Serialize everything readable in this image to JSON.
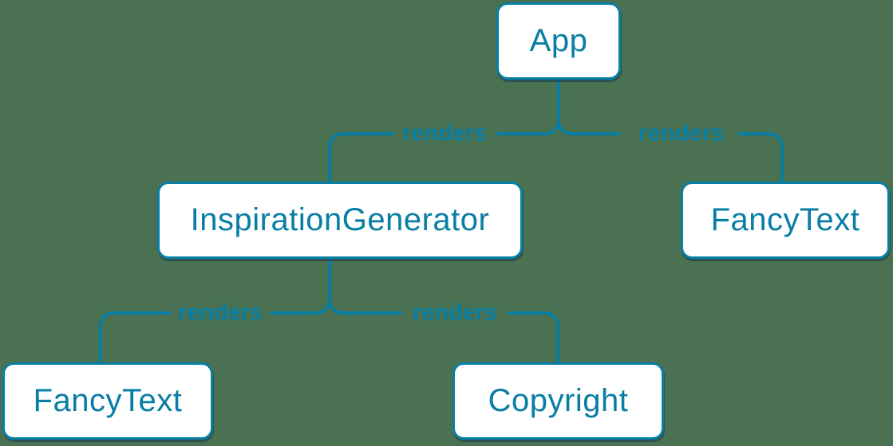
{
  "diagram": {
    "type": "tree",
    "nodes": [
      {
        "id": "app",
        "label": "App"
      },
      {
        "id": "inspiration-generator",
        "label": "InspirationGenerator"
      },
      {
        "id": "fancy-text-top",
        "label": "FancyText"
      },
      {
        "id": "fancy-text-bottom",
        "label": "FancyText"
      },
      {
        "id": "copyright",
        "label": "Copyright"
      }
    ],
    "edges": [
      {
        "from": "App",
        "to": "InspirationGenerator",
        "label": "renders"
      },
      {
        "from": "App",
        "to": "FancyText",
        "label": "renders"
      },
      {
        "from": "InspirationGenerator",
        "to": "FancyText",
        "label": "renders"
      },
      {
        "from": "InspirationGenerator",
        "to": "Copyright",
        "label": "renders"
      }
    ],
    "colors": {
      "background": "#4A7152",
      "accent": "#087EA4",
      "node_background": "#FFFFFF",
      "node_shadow": "#10445C"
    }
  }
}
